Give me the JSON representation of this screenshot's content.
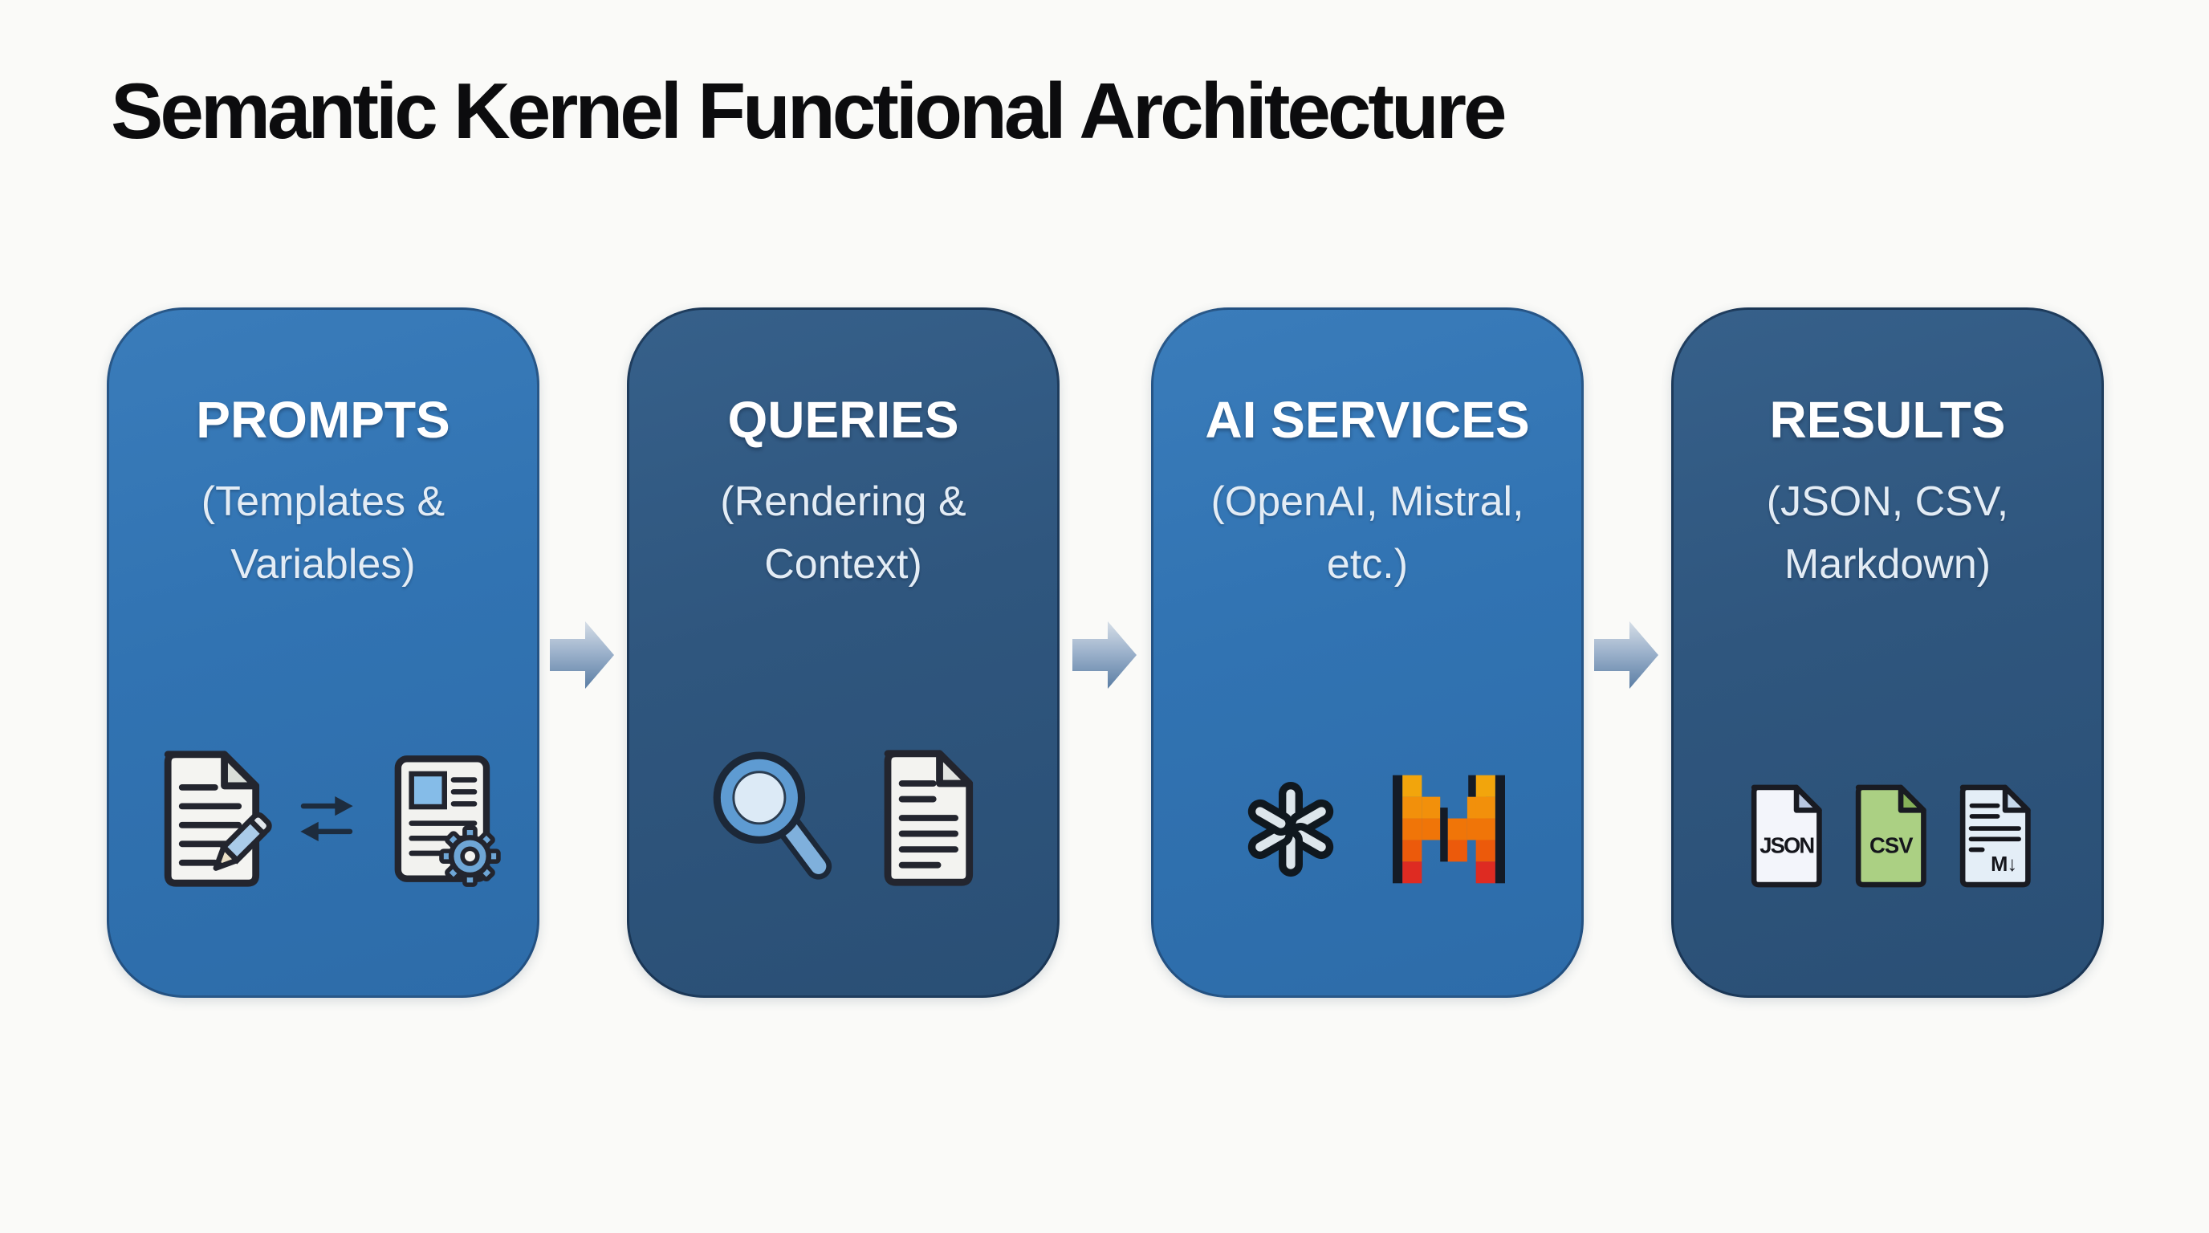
{
  "page": {
    "title": "Semantic Kernel Functional Architecture"
  },
  "cards": [
    {
      "id": "prompts",
      "title": "PROMPTS",
      "subtitle": "(Templates &\nVariables)",
      "variant": "light-blue"
    },
    {
      "id": "queries",
      "title": "QUERIES",
      "subtitle": "(Rendering &\nContext)",
      "variant": "dark-blue"
    },
    {
      "id": "ai-services",
      "title": "AI SERVICES",
      "subtitle": "(OpenAI, Mistral,\netc.)",
      "variant": "light-blue"
    },
    {
      "id": "results",
      "title": "RESULTS",
      "subtitle": "(JSON, CSV,\nMarkdown)",
      "variant": "dark-blue"
    }
  ],
  "icons": {
    "prompts": [
      "document-edit-icon",
      "exchange-arrows-icon",
      "document-gear-icon"
    ],
    "queries": [
      "search-magnifier-icon",
      "document-icon"
    ],
    "ai_services": [
      "openai-logo-icon",
      "mistral-logo-icon"
    ],
    "results": [
      "json-file-icon",
      "csv-file-icon",
      "markdown-file-icon"
    ]
  },
  "file_badges": {
    "json": "JSON",
    "csv": "CSV",
    "markdown": "M↓"
  },
  "colors": {
    "background": "#fafaf8",
    "card_light_blue": "#3174b2",
    "card_dark_blue": "#2f567e",
    "arrow_gradient_top": "#d6dee7",
    "arrow_gradient_bottom": "#5a7da4",
    "title_text": "#0c0c0e",
    "card_text": "#ffffff",
    "mistral_row_colors": [
      "#F2A50C",
      "#F2900B",
      "#F07508",
      "#EC5A0B",
      "#DE2B22"
    ],
    "csv_green": "#abd083"
  }
}
